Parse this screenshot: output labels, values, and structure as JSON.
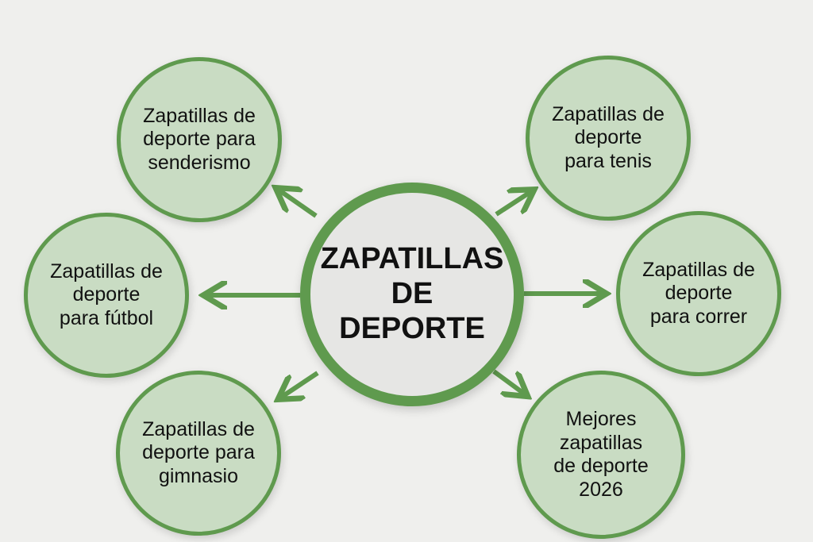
{
  "center": {
    "label": "ZAPATILLAS\nDE\nDEPORTE"
  },
  "nodes": [
    {
      "id": "senderismo",
      "label": "Zapatillas de\ndeporte para\nsenderismo"
    },
    {
      "id": "tenis",
      "label": "Zapatillas de\ndeporte\npara tenis"
    },
    {
      "id": "futbol",
      "label": "Zapatillas de\ndeporte\npara fútbol"
    },
    {
      "id": "correr",
      "label": "Zapatillas de\ndeporte\npara correr"
    },
    {
      "id": "gimnasio",
      "label": "Zapatillas de\ndeporte para\ngimnasio"
    },
    {
      "id": "mejores",
      "label": "Mejores\nzapatillas\nde deporte\n2026"
    }
  ],
  "colors": {
    "accent": "#5f9a4e",
    "node_fill": "#c9dcc3",
    "center_fill": "#e6e6e4",
    "background": "#efefed"
  }
}
